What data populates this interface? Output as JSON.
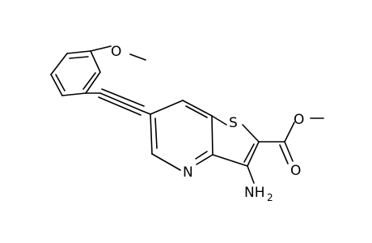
{
  "molecule": {
    "atoms": {
      "sulfur": "S",
      "nitrogen_ring": "N",
      "amine_n": "NH",
      "amine_sub": "2",
      "ester_o_single": "O",
      "ester_o_double": "O",
      "methoxy_o": "O"
    }
  }
}
